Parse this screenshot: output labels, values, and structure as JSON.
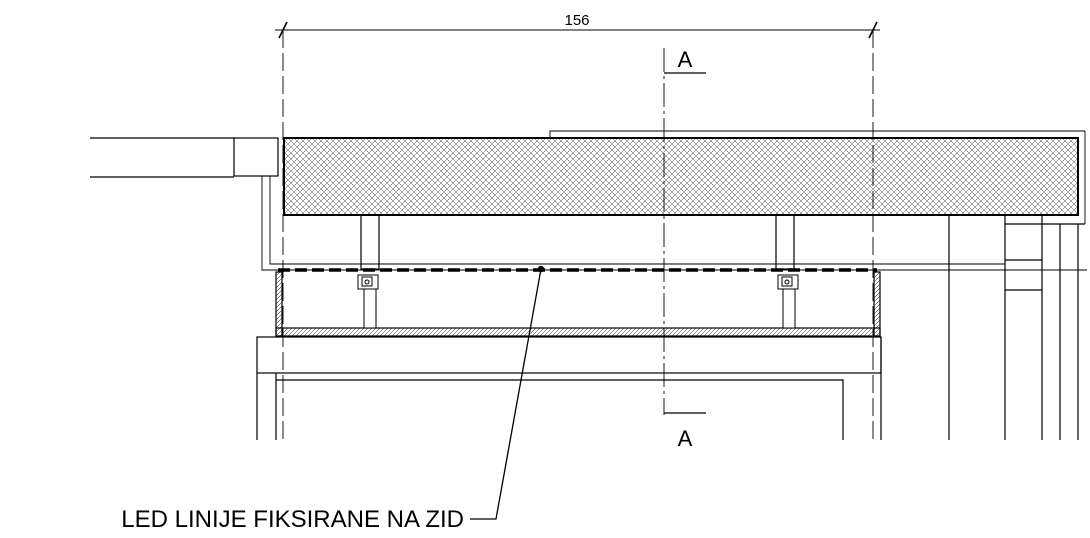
{
  "dimension": {
    "value": "156"
  },
  "section_marks": {
    "top": "A",
    "bottom": "A"
  },
  "callout": {
    "text": "LED LINIJE FIKSIRANE NA ZID"
  },
  "colors": {
    "line": "#000000",
    "background": "#ffffff"
  }
}
